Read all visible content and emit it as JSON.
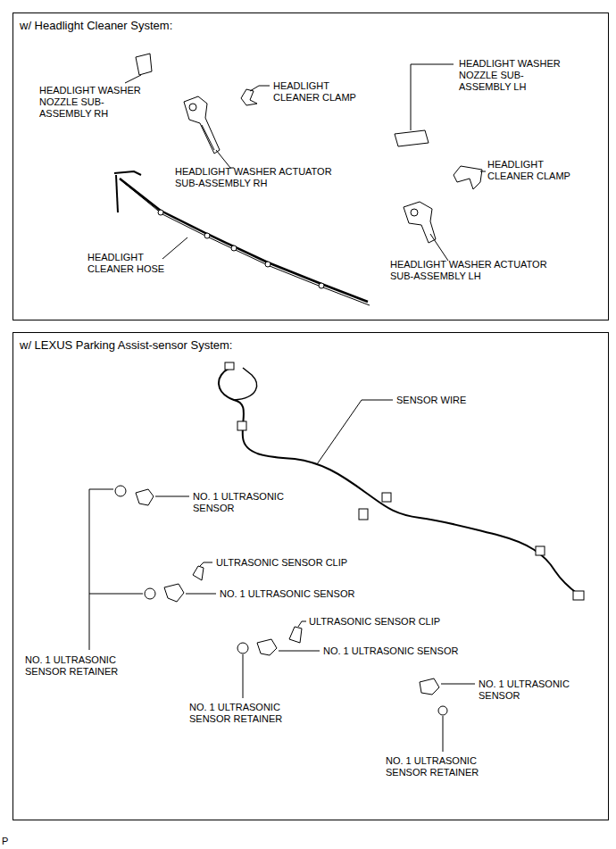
{
  "diagram": {
    "nodes": [
      {
        "text": [
          "w/ Headlight Cleaner System:"
        ]
      },
      {
        "text": [
          "w/ LEXUS Parking Assist-sensor System:"
        ]
      }
    ],
    "labels": [
      "HEADLIGHT WASHER NOZZLE SUB-ASSEMBLY RH",
      "HEADLIGHT CLEANER CLAMP",
      "HEADLIGHT WASHER NOZZLE SUB-ASSEMBLY LH",
      "HEADLIGHT WASHER ACTUATOR SUB-ASSEMBLY RH",
      "HEADLIGHT CLEANER CLAMP",
      "HEADLIGHT CLEANER HOSE",
      "HEADLIGHT WASHER ACTUATOR SUB-ASSEMBLY LH",
      "SENSOR WIRE",
      "NO. 1 ULTRASONIC SENSOR",
      "ULTRASONIC SENSOR CLIP",
      "NO. 1 ULTRASONIC SENSOR",
      "NO. 1 ULTRASONIC SENSOR RETAINER",
      "ULTRASONIC SENSOR CLIP",
      "NO. 1 ULTRASONIC SENSOR",
      "NO. 1 ULTRASONIC SENSOR",
      "NO. 1 ULTRASONIC SENSOR RETAINER",
      "NO. 1 ULTRASONIC SENSOR RETAINER",
      "P"
    ]
  }
}
